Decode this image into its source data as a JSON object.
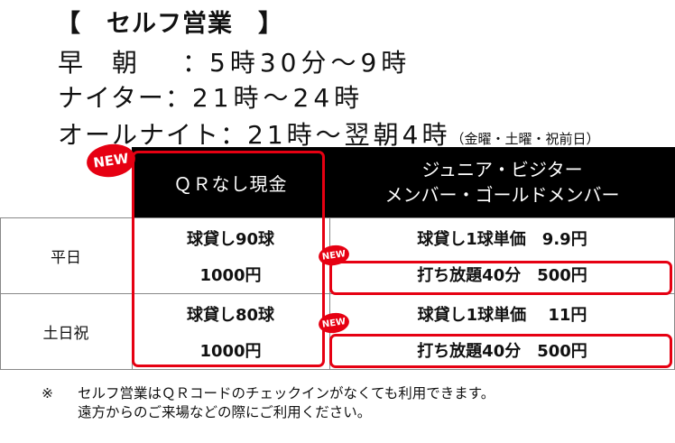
{
  "header": {
    "title": "【　セルフ営業　】",
    "hours": [
      {
        "label": "早　朝",
        "colon": "：",
        "time": "5時30分～9時",
        "note": ""
      },
      {
        "label": "ナイター",
        "colon": "：",
        "time": "21時～24時",
        "note": ""
      },
      {
        "label": "オールナイト",
        "colon": "：",
        "time": "21時～翌朝4時",
        "note": "（金曜・土曜・祝前日）"
      }
    ]
  },
  "badges": {
    "new": "NEW"
  },
  "table": {
    "columns": {
      "qr_cash": "ＱＲなし現金",
      "junior_line1": "ジュニア・ビジター",
      "junior_line2": "メンバー・ゴールドメンバー"
    },
    "rows": [
      {
        "label": "平日",
        "qr_cash_plan": "球貸し90球",
        "qr_cash_price": "1000円",
        "member_unit": "球貸し1球単価　9.9円",
        "member_unlimited": "打ち放題40分　500円"
      },
      {
        "label": "土日祝",
        "qr_cash_plan": "球貸し80球",
        "qr_cash_price": "1000円",
        "member_unit": "球貸し1球単価　 11円",
        "member_unlimited": "打ち放題40分　500円"
      }
    ]
  },
  "footnote": {
    "mark": "※",
    "line1": "セルフ営業はＱＲコードのチェックインがなくても利用できます。",
    "line2": "遠方からのご来場などの際にご利用ください。"
  },
  "colors": {
    "accent_red": "#e60012",
    "header_bg": "#000000"
  }
}
